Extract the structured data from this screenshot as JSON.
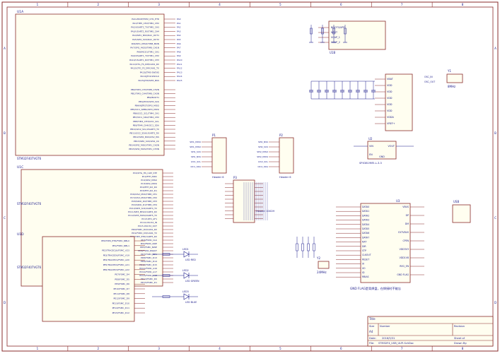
{
  "sheet": {
    "columns": [
      "1",
      "2",
      "3",
      "4",
      "5",
      "6",
      "7",
      "8"
    ],
    "rows": [
      "A",
      "B",
      "C",
      "D"
    ]
  },
  "components": {
    "mcu_u1a": {
      "designator": "U1A",
      "part": "STM32F407VGT6",
      "pins_left": [
        "PA0-WKUP/TIM2_CH1_ETR",
        "PA1/TIM5_CH2/TIM2_CH2",
        "PA2/USART2_TX/TIM5_CH3",
        "PA3/USART2_RX/TIM5_CH4",
        "PA4/SPI1_NSS/DAC_OUT1",
        "PA5/SPI1_SCK/DAC_OUT2",
        "PA6/SPI1_MISO/TIM8_BKIN",
        "PA7/SPI1_MOSI/TIM8_CH1N",
        "PA8/MCO1/TIM1_CH1",
        "PA9/USART1_TX/TIM1_CH2",
        "PA10/USART1_RX/TIM1_CH3",
        "PA11/OTG_FS_DM/CAN1_RX",
        "PA12/OTG_FS_DP/CAN1_TX",
        "PA13/JTMS-SWDIO",
        "PA14/JTCK-SWCLK",
        "PA15/JTDI/SPI3_NSS"
      ],
      "pins_right": [
        "PB0/TIM3_CH3/TIM8_CH2N",
        "PB1/TIM3_CH4/TIM8_CH3N",
        "PB2/BOOT1",
        "PB3/JTDO/SPI3_SCK",
        "PB4/NJTRST/SPI3_MISO",
        "PB5/I2C1_SMBA/SPI3_MOSI",
        "PB6/I2C1_SCL/TIM4_CH1",
        "PB7/I2C1_SDA/TIM4_CH2",
        "PB8/TIM4_CH3/I2C1_SCL",
        "PB9/TIM4_CH4/I2C1_SDA",
        "PB10/I2C2_SCL/USART3_TX",
        "PB11/I2C2_SDA/USART3_RX",
        "PB12/SPI2_NSS/I2S2_WS",
        "PB13/SPI2_SCK/I2S2_CK",
        "PB14/SPI2_MISO/TIM1_CH2N",
        "PB15/SPI2_MOSI/TIM1_CH3N"
      ]
    },
    "mcu_power": {
      "designator": "U1B",
      "part": "STM32F407VGT6",
      "pins": [
        "BOOT0/VPP",
        "NRST",
        "VCAP_1",
        "VCAP_2"
      ],
      "vdd_pins": [
        "VBAT",
        "VDD",
        "VDD",
        "VDD",
        "VDD",
        "VDD",
        "VDDA",
        "VREF+"
      ],
      "osc_pins": [
        "OSC_IN",
        "OSC_OUT"
      ]
    },
    "mcu_u1c": {
      "designator": "U1C",
      "part": "STM32F407VGT6",
      "pins": [
        "PC0/OTG_HS_ULPI_STP",
        "PC1/ETH_MDC",
        "PC2/SPI2_MISO",
        "PC3/SPI2_MOSI",
        "PC4/ETH_RX_D0",
        "PC5/ETH_RX_D1",
        "PC6/I2S2_MCK/TIM8_CH1",
        "PC7/I2S3_MCK/TIM8_CH2",
        "PC8/SDIO_D0/TIM8_CH3",
        "PC9/SDIO_D1/TIM8_CH4",
        "PC10/SPI3_SCK/UART4_TX",
        "PC11/SPI3_MISO/UART4_RX",
        "PC12/SPI3_MOSI/UART5_TX",
        "PC13-RTC_AF1",
        "PC14-OSC32_IN",
        "PC15-OSC32_OUT",
        "PD0/FSMC_D2/CAN1_RX",
        "PD1/FSMC_D3/CAN1_TX",
        "PD2/TIM3_ETR/UART5_RX",
        "PD3/FSMC_CLK",
        "PD4/FSMC_NOE",
        "PD5/FSMC_NWE",
        "PD6/FSMC_NWAIT",
        "PD7/FSMC_NE1",
        "PD8/FSMC_D13",
        "PD9/FSMC_D14",
        "PD10/FSMC_D15",
        "PD11/FSMC_A16",
        "PD12/FSMC_A17",
        "PD13/FSMC_A18",
        "PD14/FSMC_D0",
        "PD15/FSMC_D1"
      ]
    },
    "mcu_u1d": {
      "designator": "U1D",
      "part": "STM32F407VGT6",
      "pins": [
        "PE0/TIM4_ETR/FSMC_NBL0",
        "PE1/FSMC_NBL1",
        "PE2/TRACECLK/FSMC_A23",
        "PE3/TRACED0/FSMC_A19",
        "PE4/TRACED1/FSMC_A20",
        "PE5/TRACED2/FSMC_A21",
        "PE6/TRACED3/FSMC_A22",
        "PE7/FSMC_D4",
        "PE8/FSMC_D5",
        "PE9/FSMC_D6",
        "PE10/FSMC_D7",
        "PE11/FSMC_D8",
        "PE12/FSMC_D9",
        "PE13/FSMC_D10",
        "PE14/FSMC_D11",
        "PE15/FSMC_D12"
      ]
    },
    "header_p1": {
      "designator": "P1",
      "pins": [
        "SPI1_MOSI",
        "SPI1_MISO",
        "SPI1_SCK",
        "SPI1_NSS",
        "I2C1_SCL",
        "I2C1_SDA"
      ],
      "part": "Header 6"
    },
    "header_p2": {
      "designator": "P2",
      "pins": [
        "SPI2_NSS",
        "SPI2_SCK",
        "SPI2_MISO",
        "SPI2_MOSI",
        "I2C2_SCL",
        "I2C2_SDA"
      ],
      "part": "Header 6"
    },
    "header_p3": {
      "designator": "P3",
      "part": "Header 10X2H"
    },
    "ldo_u2": {
      "designator": "U2",
      "part": "SPX3819M5-L-3-3",
      "pins": [
        "VIN",
        "VOUT",
        "EN",
        "GND"
      ]
    },
    "usb_u3": {
      "designator": "U3",
      "pins_left": [
        "DATA0",
        "DATA1",
        "DATA2",
        "DATA3",
        "DATA4",
        "DATA5",
        "DATA6",
        "DATA7",
        "NXT",
        "DIR",
        "STP",
        "CLKOUT",
        "RESET",
        "XI",
        "XO",
        "ID",
        "RBIAS"
      ],
      "pins_right": [
        "VBUS",
        "DP",
        "DM",
        "EXTVBUS",
        "CPEN",
        "VDD3V3",
        "VDD1V8",
        "REG_EN",
        "GND FLAG"
      ],
      "label_usb": "USB",
      "note": "GND FLAG是背焊盘，在焊接时不能忘"
    },
    "leds": [
      {
        "designator": "LED1",
        "name": "LED RED"
      },
      {
        "designator": "LED2",
        "name": "LED GREEN"
      },
      {
        "designator": "LED3",
        "name": "LED BLUE"
      }
    ],
    "crystal_y1": {
      "designator": "Y1",
      "value": "8MHz"
    },
    "crystal_y2": {
      "designator": "Y2",
      "value": "24MHz"
    }
  },
  "title_block": {
    "title": "Title",
    "size_label": "Size",
    "size": "A4",
    "number_label": "Number",
    "revision_label": "Revision",
    "date_label": "Date:",
    "date": "2016/5/31",
    "sheet_label": "Sheet of",
    "file_label": "File:",
    "file": "STM32F4_USB_ULPI.SchDoc",
    "drawn_label": "Drawn By:"
  }
}
